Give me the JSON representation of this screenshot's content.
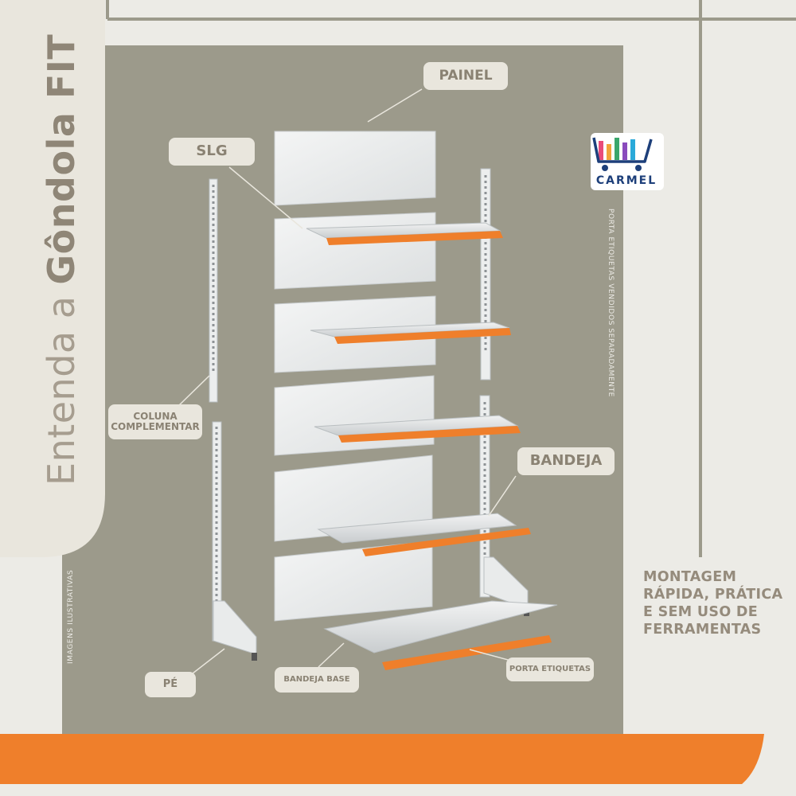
{
  "title": {
    "light": "Entenda a",
    "bold": "Gôndola FIT"
  },
  "labels": {
    "painel": "PAINEL",
    "slg": "SLG",
    "coluna_line1": "COLUNA",
    "coluna_line2": "COMPLEMENTAR",
    "bandeja": "BANDEJA",
    "pe": "PÉ",
    "bandeja_base": "BANDEJA BASE",
    "porta_etiquetas": "PORTA ETIQUETAS"
  },
  "notes": {
    "porta_vendidos": "PORTA ETIQUETAS VENDIDOS SEPARADAMENTE",
    "imagens": "IMAGENS ILUSTRATIVAS"
  },
  "tagline": [
    "MONTAGEM",
    "RÁPIDA, PRÁTICA",
    "E SEM USO DE",
    "FERRAMENTAS"
  ],
  "logo": {
    "text": "CARMEL",
    "icon": "shopping-cart-icon"
  },
  "colors": {
    "background": "#ecebe6",
    "panel": "#9c9a8b",
    "pill": "#e9e6dd",
    "label_text": "#8a8273",
    "accent_orange": "#ef7f2b",
    "shelf_white": "#eef0ef",
    "logo_blue": "#1d3f7a"
  }
}
